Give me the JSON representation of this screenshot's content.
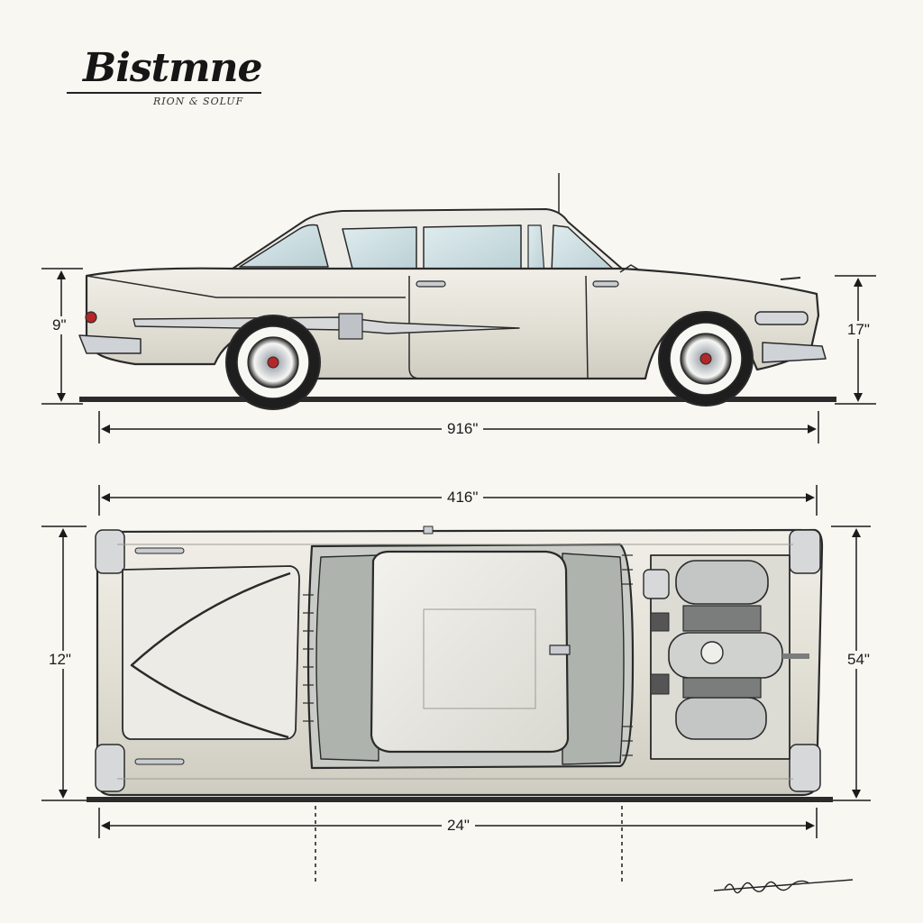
{
  "title": "Bistmne",
  "subtitle": "RION & SOLUF",
  "dimensions": {
    "side_left_height": "9\"",
    "side_right_height": "17\"",
    "side_length": "916\"",
    "top_overall_length": "416\"",
    "top_left_width": "12\"",
    "top_right_width": "54\"",
    "top_bottom_length": "24\""
  },
  "signature": "Abun Syan",
  "colors": {
    "paper": "#f8f7f2",
    "body_paint": "#e6e4db",
    "ink": "#1a1a1a",
    "chrome": "#c9ccd0",
    "glass": "#cfe0e4"
  }
}
